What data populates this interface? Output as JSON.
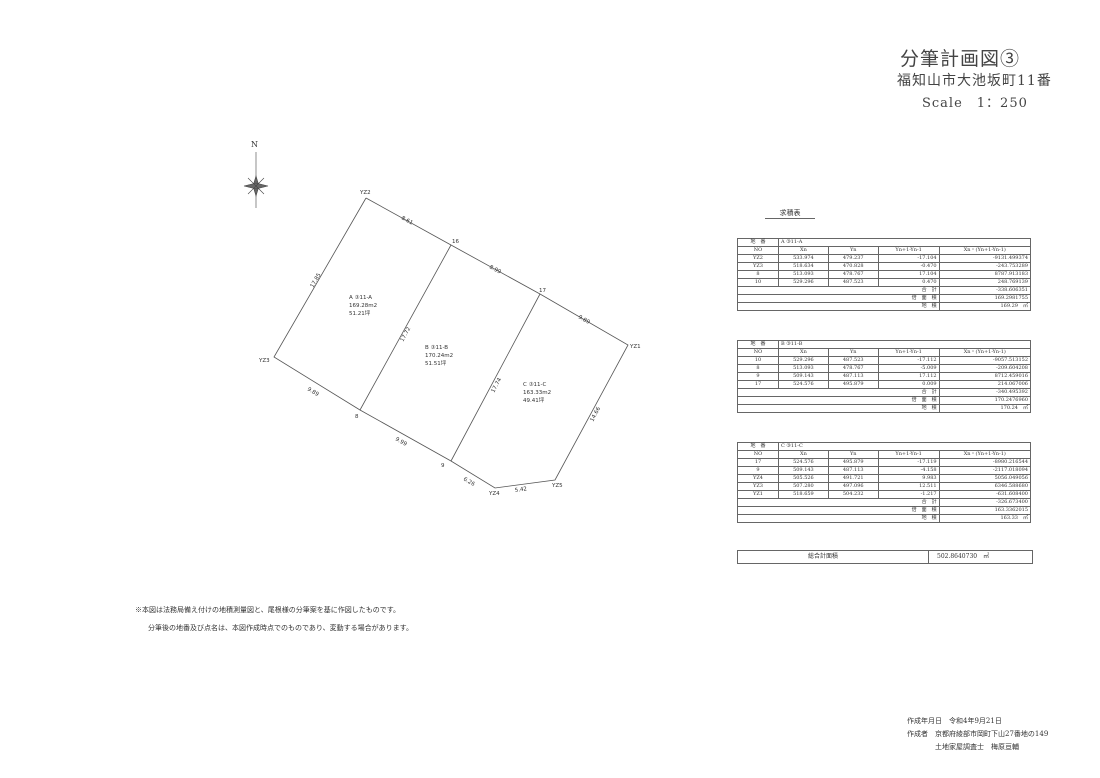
{
  "header": {
    "title": "分筆計画図③",
    "place": "福知山市大池坂町11番",
    "scale": "Scale　1：250"
  },
  "plan": {
    "compass_label": "N",
    "points": {
      "YZ2": "YZ2",
      "p16": "16",
      "p17": "17",
      "YZ1": "YZ1",
      "YZ3": "YZ3",
      "p8": "8",
      "p9": "9",
      "YZ4": "YZ4",
      "YZ5": "YZ5"
    },
    "dimensions": {
      "d1": "8.61",
      "d2": "8.99",
      "d3": "9.89",
      "d4": "17.85",
      "d5": "17.72",
      "d6": "17.74",
      "d7": "9.89",
      "d8": "9.99",
      "d9": "6.26",
      "d10": "5.42",
      "d11": "14.66"
    },
    "lots": {
      "a": {
        "name": "A ③11-A",
        "area": "169.28m2",
        "tsubo": "51.21坪"
      },
      "b": {
        "name": "B ③11-B",
        "area": "170.24m2",
        "tsubo": "51.51坪"
      },
      "c": {
        "name": "C ③11-C",
        "area": "163.33m2",
        "tsubo": "49.41坪"
      }
    }
  },
  "area_tables": {
    "heading": "求積表",
    "tables": [
      {
        "lot": "A ③11-A",
        "head_lot": "地　番",
        "cols": [
          "NO",
          "Xn",
          "Yn",
          "Yn+1-Yn-1",
          "Xn・(Yn+1-Yn-1)"
        ],
        "rows": [
          [
            "YZ2",
            "533.974",
            "479.237",
            "-17.104",
            "-9131.499374"
          ],
          [
            "YZ3",
            "518.634",
            "470.828",
            "-0.470",
            "-243.753289"
          ],
          [
            "8",
            "513.093",
            "478.767",
            "17.104",
            "8787.913183"
          ],
          [
            "10",
            "529.296",
            "487.523",
            "0.470",
            "248.769139"
          ]
        ],
        "sum_label": "合　計",
        "sum_value": "-338.606351",
        "double_label": "倍　面　積",
        "double_value": "169.2981755",
        "area_label": "地　積",
        "area_value": "169.29",
        "unit": "㎡"
      },
      {
        "lot": "B ③11-B",
        "head_lot": "地　番",
        "cols": [
          "NO",
          "Xn",
          "Yn",
          "Yn+1-Yn-1",
          "Xn・(Yn+1-Yn-1)"
        ],
        "rows": [
          [
            "10",
            "529.296",
            "487.523",
            "-17.112",
            "-9057.513152"
          ],
          [
            "8",
            "513.093",
            "478.767",
            "-5.009",
            "-209.604208"
          ],
          [
            "9",
            "509.143",
            "487.113",
            "17.112",
            "8712.459016"
          ],
          [
            "17",
            "524.576",
            "495.879",
            "0.009",
            "214.067006"
          ]
        ],
        "sum_label": "合　計",
        "sum_value": "-340.495392",
        "double_label": "倍　面　積",
        "double_value": "170.2476960",
        "area_label": "地　積",
        "area_value": "170.24",
        "unit": "㎡"
      },
      {
        "lot": "C ③11-C",
        "head_lot": "地　番",
        "cols": [
          "NO",
          "Xn",
          "Yn",
          "Yn+1-Yn-1",
          "Xn・(Yn+1-Yn-1)"
        ],
        "rows": [
          [
            "17",
            "524.576",
            "495.879",
            "-17.119",
            "-8980.216544"
          ],
          [
            "9",
            "509.143",
            "487.113",
            "-4.158",
            "-2117.018094"
          ],
          [
            "YZ4",
            "505.526",
            "491.721",
            "9.983",
            "5056.049056"
          ],
          [
            "YZ3",
            "507.280",
            "497.096",
            "12.511",
            "6346.588680"
          ],
          [
            "YZ1",
            "518.659",
            "504.232",
            "-1.217",
            "-631.608400"
          ]
        ],
        "sum_label": "合　計",
        "sum_value": "-326.673400",
        "double_label": "倍　面　積",
        "double_value": "163.3362015",
        "area_label": "地　積",
        "area_value": "163.33",
        "unit": "㎡"
      }
    ],
    "total_label": "総合計面積",
    "total_value": "502.8640730",
    "total_unit": "㎡"
  },
  "notes": {
    "line1": "※本図は法務局備え付けの地積測量図と、尾根様の分筆案を基に作図したものです。",
    "line2": "分筆後の地番及び点名は、本図作成時点でのものであり、変動する場合があります。"
  },
  "footer": {
    "date_label": "作成年月日",
    "date_value": "令和4年9月21日",
    "author_label": "作成者",
    "author_address": "京都府綾部市岡町下山27番地の149",
    "author_title": "土地家屋調査士",
    "author_name": "梅原亘輔"
  },
  "colors": {
    "line": "#555555",
    "text": "#333333"
  }
}
